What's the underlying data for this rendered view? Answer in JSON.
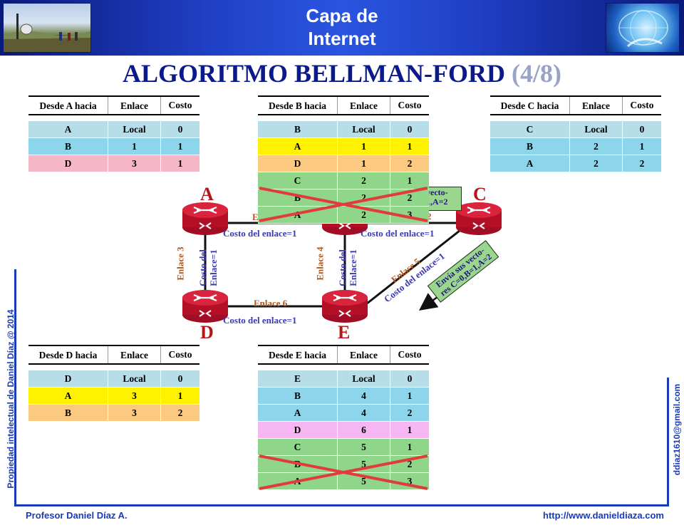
{
  "header": {
    "title_line1": "Capa de",
    "title_line2": "Internet",
    "accent_color": "#1f3fc4"
  },
  "slide_title": {
    "main": "ALGORITMO BELLMAN-FORD",
    "part": "(4/8)"
  },
  "side_left": "Propiedad intelectual de Daniel Díaz @ 2014",
  "side_right": "ddiaz1610@gmail.com",
  "footer": {
    "author": "Profesor Daniel Díaz A.",
    "url": "http://www.danieldiaza.com"
  },
  "columns": {
    "link": "Enlace",
    "cost": "Costo"
  },
  "tables": [
    {
      "id": "A",
      "header": "Desde A hacia",
      "rows": [
        {
          "dest": "A",
          "link": "Local",
          "cost": "0",
          "color": "#b7dde8"
        },
        {
          "dest": "B",
          "link": "1",
          "cost": "1",
          "color": "#8dd5eb"
        },
        {
          "dest": "D",
          "link": "3",
          "cost": "1",
          "color": "#f5b6c8"
        }
      ]
    },
    {
      "id": "B",
      "header": "Desde B hacia",
      "rows": [
        {
          "dest": "B",
          "link": "Local",
          "cost": "0",
          "color": "#b7dde8"
        },
        {
          "dest": "A",
          "link": "1",
          "cost": "1",
          "color": "#fff200"
        },
        {
          "dest": "D",
          "link": "1",
          "cost": "2",
          "color": "#fcc980"
        },
        {
          "dest": "C",
          "link": "2",
          "cost": "1",
          "color": "#8fd68a"
        },
        {
          "dest": "B",
          "link": "2",
          "cost": "2",
          "color": "#8fd68a"
        },
        {
          "dest": "A",
          "link": "2",
          "cost": "3",
          "color": "#8fd68a"
        }
      ]
    },
    {
      "id": "C",
      "header": "Desde C hacia",
      "rows": [
        {
          "dest": "C",
          "link": "Local",
          "cost": "0",
          "color": "#b7dde8"
        },
        {
          "dest": "B",
          "link": "2",
          "cost": "1",
          "color": "#8dd5eb"
        },
        {
          "dest": "A",
          "link": "2",
          "cost": "2",
          "color": "#8dd5eb"
        }
      ]
    },
    {
      "id": "D",
      "header": "Desde D hacia",
      "rows": [
        {
          "dest": "D",
          "link": "Local",
          "cost": "0",
          "color": "#b7dde8"
        },
        {
          "dest": "A",
          "link": "3",
          "cost": "1",
          "color": "#fff200"
        },
        {
          "dest": "B",
          "link": "3",
          "cost": "2",
          "color": "#fcc980"
        }
      ]
    },
    {
      "id": "E",
      "header": "Desde E hacia",
      "rows": [
        {
          "dest": "E",
          "link": "Local",
          "cost": "0",
          "color": "#b7dde8"
        },
        {
          "dest": "B",
          "link": "4",
          "cost": "1",
          "color": "#8dd5eb"
        },
        {
          "dest": "A",
          "link": "4",
          "cost": "2",
          "color": "#8dd5eb"
        },
        {
          "dest": "D",
          "link": "6",
          "cost": "1",
          "color": "#f5b6f2"
        },
        {
          "dest": "C",
          "link": "5",
          "cost": "1",
          "color": "#8fd68a"
        },
        {
          "dest": "B",
          "link": "5",
          "cost": "2",
          "color": "#8fd68a"
        },
        {
          "dest": "A",
          "link": "5",
          "cost": "3",
          "color": "#8fd68a"
        }
      ]
    }
  ],
  "diagram": {
    "nodes": [
      "A",
      "C",
      "D",
      "E"
    ],
    "cost_ab": "Costo del enlace=1",
    "cost_bc": "Costo del enlace=1",
    "link3": "Enlace 3",
    "link3_cost": "Costo del Enlace=1",
    "link4": "Enlace 4",
    "link4_cost": "Costo del Enlace=1",
    "link5": "Enlace 5",
    "link5_cost": "Costo del enlace=1",
    "link6": "Enlace 6",
    "link6_cost": "Costo del enlace=1",
    "link_partial": "E",
    "vector_box": "Envía sus vecto-res C=0,B=1,A=2",
    "vector_partial_1": "vecto-",
    "vector_partial_2": "1,A=2",
    "vector_partial_3": "2",
    "line_color": "#111111",
    "cross_color": "#e23b3b",
    "router_color": "#c8102e"
  }
}
